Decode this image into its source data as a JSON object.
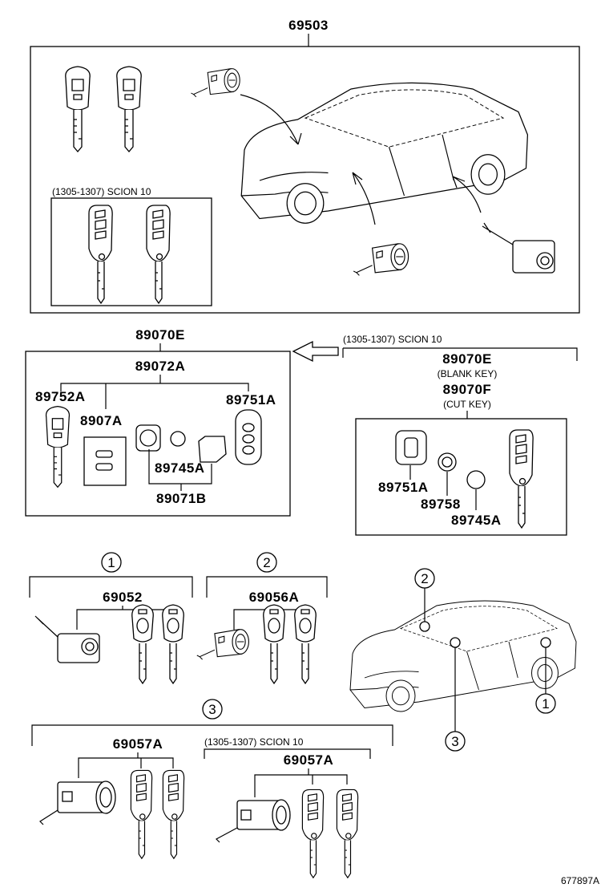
{
  "diagram": {
    "part_numbers": {
      "p69503": "69503",
      "p89070E": "89070E",
      "p89072A": "89072A",
      "p89752A": "89752A",
      "p8907A": "8907A",
      "p89751A": "89751A",
      "p89745A": "89745A",
      "p89071B": "89071B",
      "p89070E_scion": "89070E",
      "p89070F": "89070F",
      "p89751A_scion": "89751A",
      "p89758": "89758",
      "p89745A_scion": "89745A",
      "p69052": "69052",
      "p69056A": "69056A",
      "p69057A": "69057A",
      "p69057A_scion": "69057A"
    },
    "notes": {
      "scion_top": "(1305-1307) SCION 10",
      "scion_arrow": "(1305-1307) SCION 10",
      "blank_key": "(BLANK KEY)",
      "cut_key": "(CUT KEY)",
      "scion_bottom": "(1305-1307) SCION 10"
    },
    "callouts": {
      "c1": "1",
      "c2": "2",
      "c3": "3",
      "car1": "1",
      "car2": "2",
      "car3": "3"
    },
    "illustration_id": "677897A"
  }
}
